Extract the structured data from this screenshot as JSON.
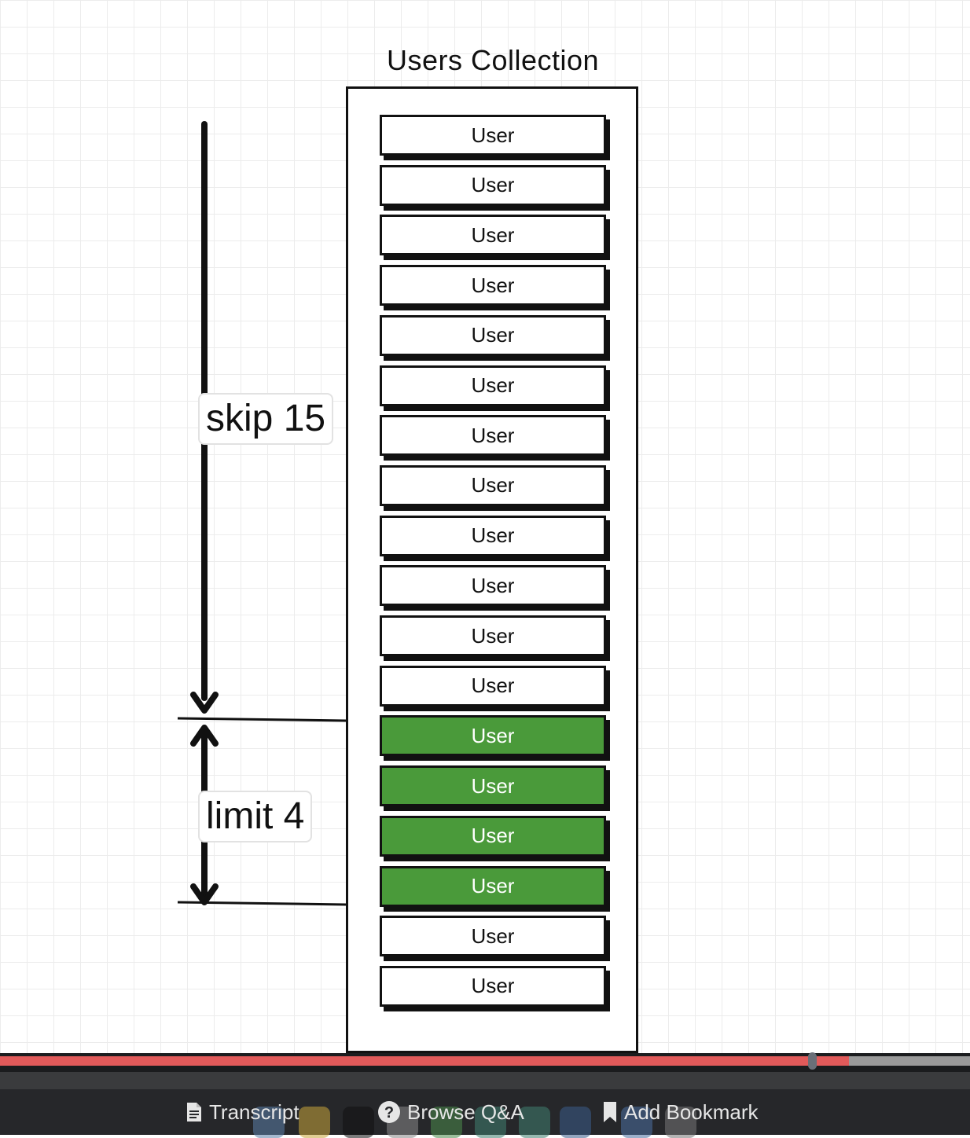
{
  "diagram": {
    "title": "Users Collection",
    "item_label": "User",
    "item_count": 18,
    "selected_items": [
      13,
      14,
      15,
      16
    ],
    "skip_label": "skip 15",
    "limit_label": "limit 4",
    "colors": {
      "selected_fill": "#4a9a3a",
      "item_fill": "#ffffff",
      "stroke": "#111111"
    }
  },
  "player": {
    "progress_fraction": 0.875,
    "progress_color": "#e15a5a",
    "actions": [
      {
        "label": "Transcript",
        "icon": "document-icon"
      },
      {
        "label": "Browse Q&A",
        "icon": "question-circle-icon"
      },
      {
        "label": "Add Bookmark",
        "icon": "bookmark-icon"
      }
    ]
  }
}
